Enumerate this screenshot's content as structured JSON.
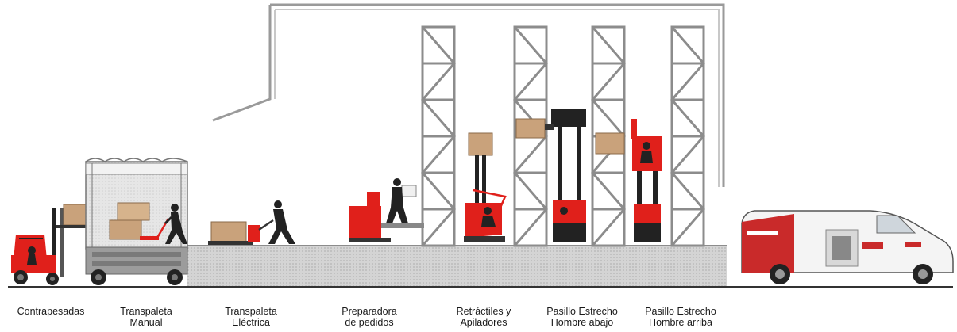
{
  "labels": [
    {
      "line1": "Contrapesadas",
      "line2": ""
    },
    {
      "line1": "Transpaleta",
      "line2": "Manual"
    },
    {
      "line1": "Transpaleta",
      "line2": "Eléctrica"
    },
    {
      "line1": "Preparadora",
      "line2": "de pedidos"
    },
    {
      "line1": "Retráctiles y",
      "line2": "Apiladores"
    },
    {
      "line1": "Pasillo Estrecho",
      "line2": "Hombre abajo"
    },
    {
      "line1": "Pasillo Estrecho",
      "line2": "Hombre arriba"
    }
  ],
  "colors": {
    "accent": "#e0201b",
    "dark": "#1e1e1e",
    "gray": "#9a9a9a",
    "box": "#c9a27b"
  }
}
